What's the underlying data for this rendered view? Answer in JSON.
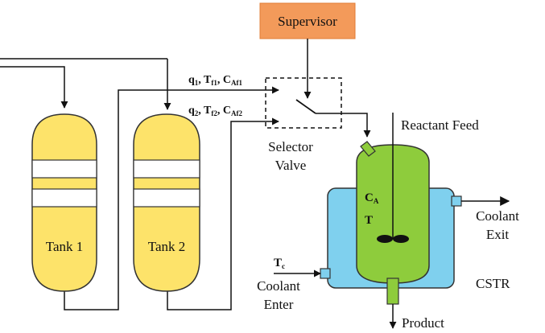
{
  "supervisor": {
    "label": "Supervisor"
  },
  "tank1": {
    "label": "Tank 1"
  },
  "tank2": {
    "label": "Tank 2"
  },
  "stream1": {
    "q": "q",
    "q_sub": "1",
    "t": "T",
    "t_sub": "f1",
    "c": "C",
    "c_sub": "Af1"
  },
  "stream2": {
    "q": "q",
    "q_sub": "2",
    "t": "T",
    "t_sub": "f2",
    "c": "C",
    "c_sub": "Af2"
  },
  "selector": {
    "line1": "Selector",
    "line2": "Valve"
  },
  "reactant_feed": "Reactant Feed",
  "reactor": {
    "ca": "C",
    "ca_sub": "A",
    "t": "T",
    "name": "CSTR"
  },
  "coolant_exit": {
    "line1": "Coolant",
    "line2": "Exit"
  },
  "coolant_enter": {
    "tc": "T",
    "tc_sub": "c",
    "line1": "Coolant",
    "line2": "Enter"
  },
  "product": "Product",
  "colors": {
    "supervisor_fill": "#f39a5a",
    "tank_fill": "#fde36a",
    "tank_stroke": "#333333",
    "reactor_fill": "#8ecc3c",
    "jacket_fill": "#7fd0ee",
    "line": "#111111"
  }
}
